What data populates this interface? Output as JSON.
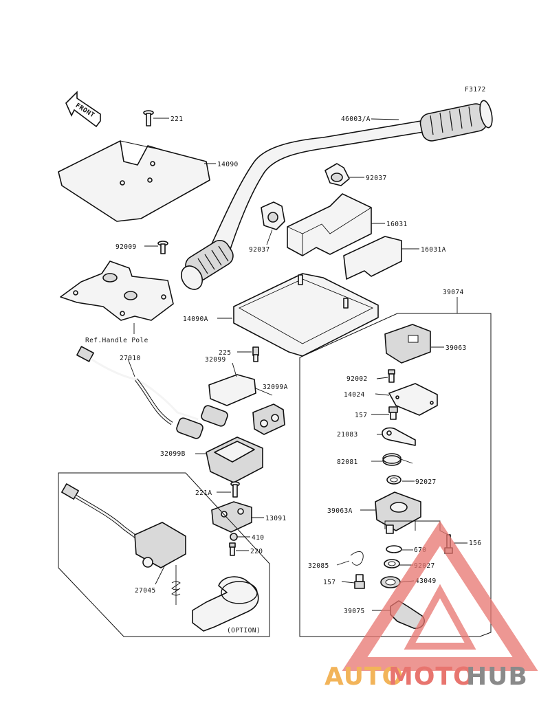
{
  "diagram": {
    "front_label": "FRONT",
    "figure_code": "F3172"
  },
  "parts": {
    "p221": "221",
    "p14090": "14090",
    "p46003A": "46003/A",
    "p92037a": "92037",
    "p92037b": "92037",
    "p16031": "16031",
    "p16031A": "16031A",
    "p92009": "92009",
    "p14090A": "14090A",
    "ref_handle_pole": "Ref.Handle Pole",
    "p225": "225",
    "p27010": "27010",
    "p32099": "32099",
    "p32099A": "32099A",
    "p32099B": "32099B",
    "p221A": "221A",
    "p13091": "13091",
    "p410": "410",
    "p220": "220",
    "p27045": "27045",
    "option": "(OPTION)",
    "p39074": "39074",
    "p39063": "39063",
    "p92002": "92002",
    "p14024": "14024",
    "p157a": "157",
    "p21083": "21083",
    "p82081": "82081",
    "p92027a": "92027",
    "p39063A": "39063A",
    "p156": "156",
    "p670": "670",
    "p92027b": "92027",
    "p32085": "32085",
    "p157b": "157",
    "p43049": "43049",
    "p39075": "39075"
  },
  "watermark": {
    "part1": "AUTO",
    "part2": "MOTO",
    "part3": "HUB"
  },
  "colors": {
    "watermark_red": "#e8756f",
    "watermark_orange": "#f2b45a",
    "watermark_gray": "#8a8a8a"
  }
}
